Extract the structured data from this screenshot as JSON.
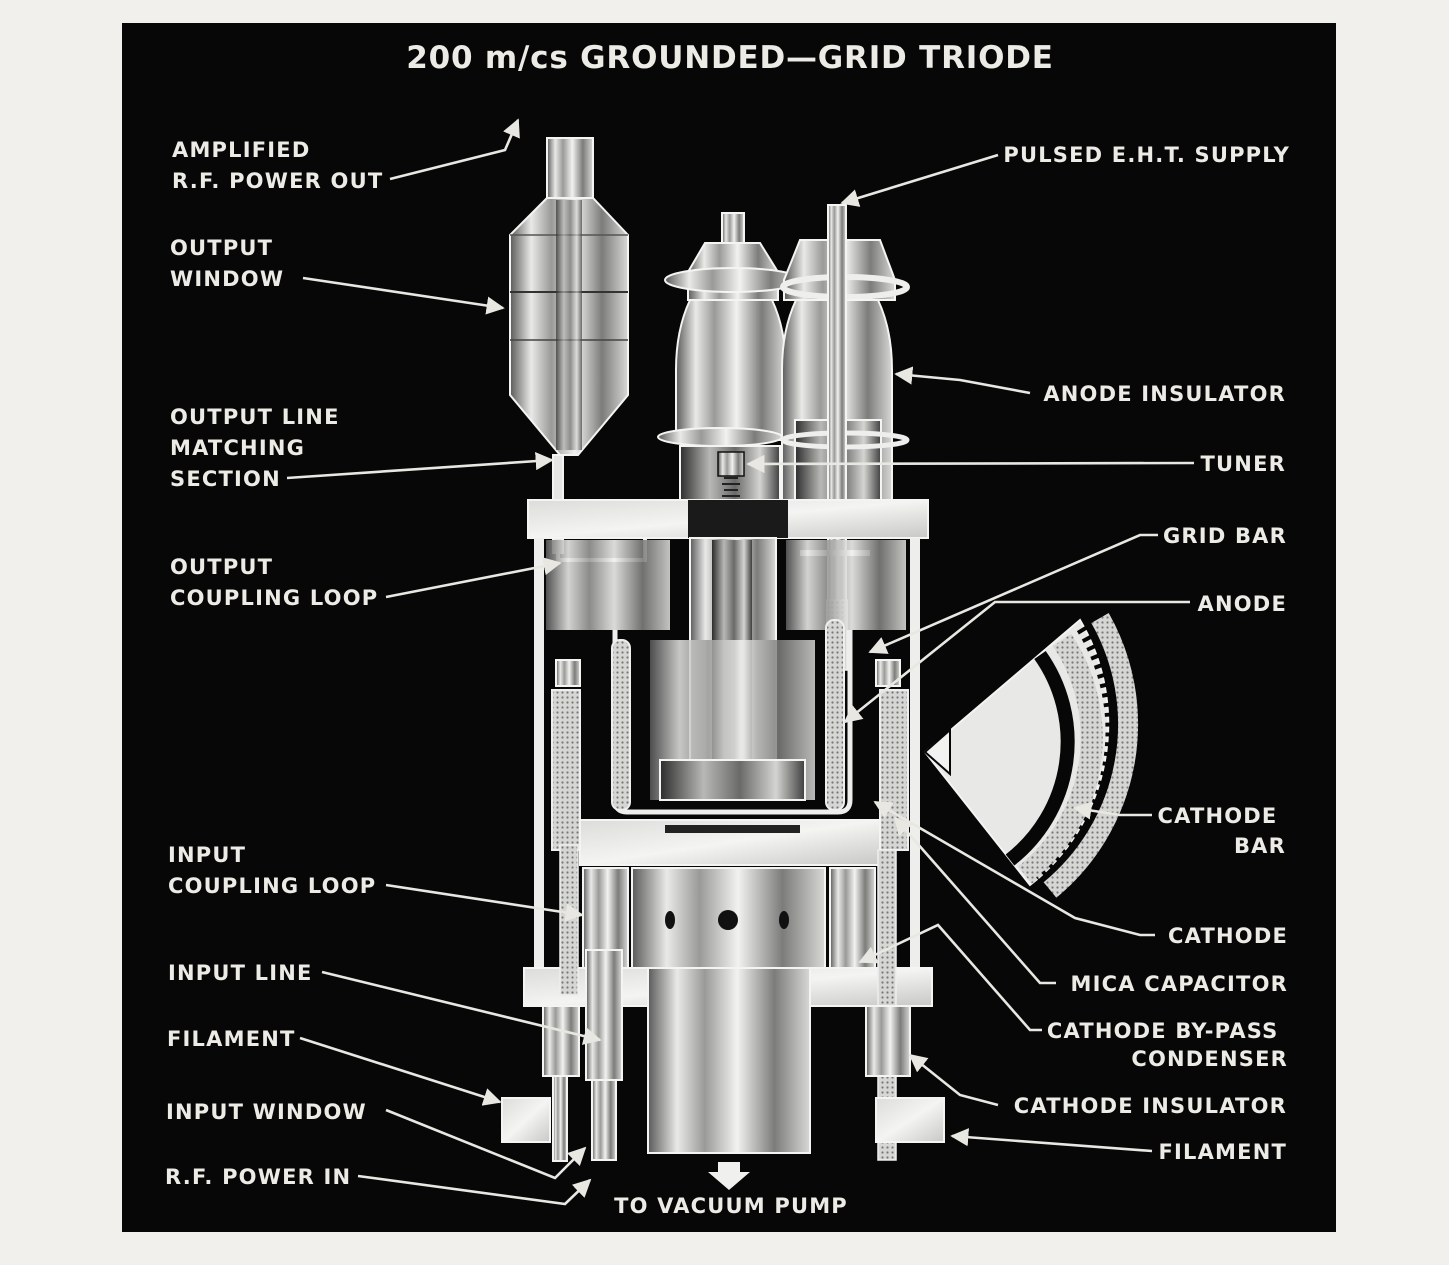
{
  "title": "200 m/cs GROUNDED—GRID TRIODE",
  "colors": {
    "paper": "#f1f0ec",
    "panel": "#070707",
    "label_text": "#ecebe6",
    "metal_light": "#e6e6e4",
    "metal_dark": "#4a4a4a"
  },
  "labels_left": [
    {
      "id": "amplified-rf-power-out",
      "lines": [
        "AMPLIFIED",
        "R.F. POWER OUT"
      ]
    },
    {
      "id": "output-window",
      "lines": [
        "OUTPUT",
        "WINDOW"
      ]
    },
    {
      "id": "output-line-matching-section",
      "lines": [
        "OUTPUT LINE",
        "MATCHING",
        "SECTION"
      ]
    },
    {
      "id": "output-coupling-loop",
      "lines": [
        "OUTPUT",
        "COUPLING LOOP"
      ]
    },
    {
      "id": "input-coupling-loop",
      "lines": [
        "INPUT",
        "COUPLING LOOP"
      ]
    },
    {
      "id": "input-line",
      "lines": [
        "INPUT LINE"
      ]
    },
    {
      "id": "filament-left",
      "lines": [
        "FILAMENT"
      ]
    },
    {
      "id": "input-window",
      "lines": [
        "INPUT WINDOW"
      ]
    },
    {
      "id": "rf-power-in",
      "lines": [
        "R.F. POWER IN"
      ]
    }
  ],
  "labels_right": [
    {
      "id": "pulsed-eht-supply",
      "lines": [
        "PULSED E.H.T. SUPPLY"
      ]
    },
    {
      "id": "anode-insulator",
      "lines": [
        "ANODE INSULATOR"
      ]
    },
    {
      "id": "tuner",
      "lines": [
        "TUNER"
      ]
    },
    {
      "id": "grid-bar",
      "lines": [
        "GRID BAR"
      ]
    },
    {
      "id": "anode",
      "lines": [
        "ANODE"
      ]
    },
    {
      "id": "cathode-bar",
      "lines": [
        "CATHODE",
        "BAR"
      ]
    },
    {
      "id": "cathode",
      "lines": [
        "CATHODE"
      ]
    },
    {
      "id": "mica-capacitor",
      "lines": [
        "MICA CAPACITOR"
      ]
    },
    {
      "id": "cathode-by-pass-condenser",
      "lines": [
        "CATHODE BY-PASS",
        "CONDENSER"
      ]
    },
    {
      "id": "cathode-insulator",
      "lines": [
        "CATHODE INSULATOR"
      ]
    },
    {
      "id": "filament-right",
      "lines": [
        "FILAMENT"
      ]
    }
  ],
  "bottom_label": {
    "id": "to-vacuum-pump",
    "lines": [
      "TO VACUUM PUMP"
    ]
  }
}
